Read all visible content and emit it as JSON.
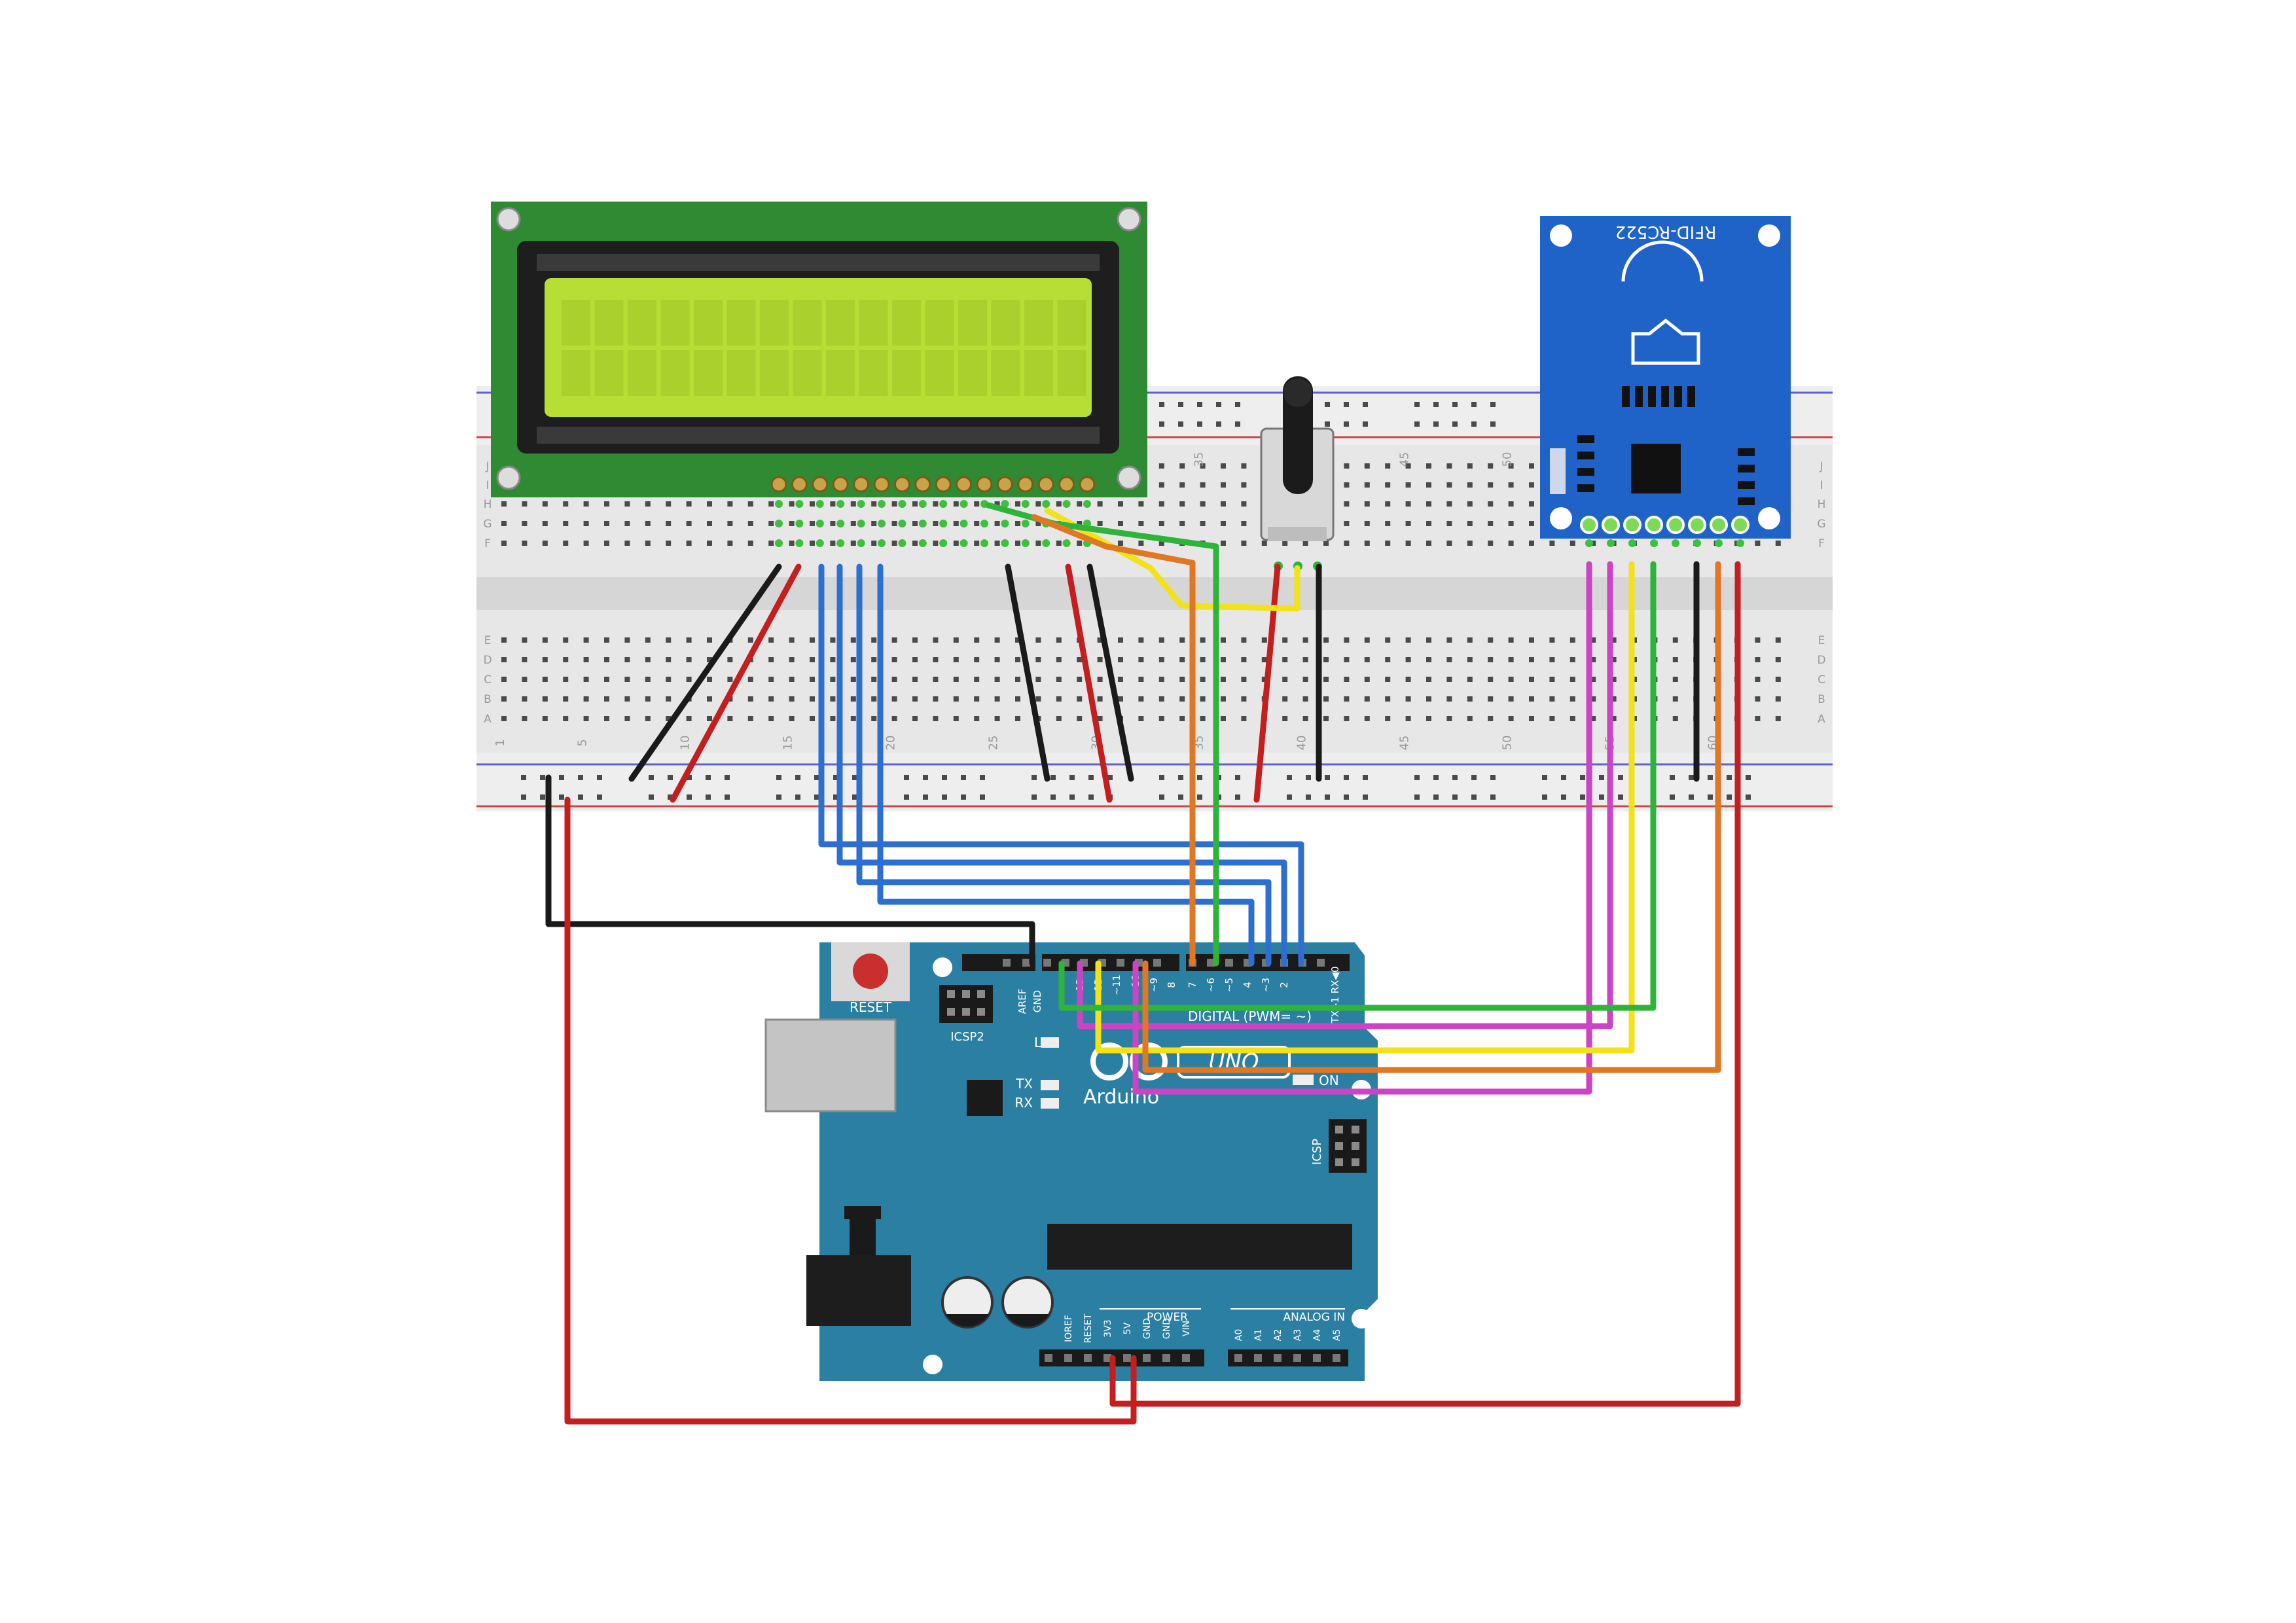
{
  "rfid": {
    "label": "RFID-RC522"
  },
  "arduino": {
    "reset_label": "RESET",
    "icsp2_label": "ICSP2",
    "icsp_label": "ICSP",
    "l_label": "L",
    "tx_label": "TX",
    "rx_label": "RX",
    "on_label": "ON",
    "brand_label": "Arduino",
    "uno_label": "UNO",
    "digital_label": "DIGITAL (PWM= ~)",
    "power_label": "POWER",
    "analog_label": "ANALOG IN",
    "aref_label": "AREF",
    "gnd_label": "GND",
    "txrx_label": "TX▶1  RX◀0",
    "digital_pins": [
      "13",
      "12",
      "~11",
      "~10",
      "~9",
      "8",
      "7",
      "~6",
      "~5",
      "4",
      "~3",
      "2"
    ],
    "power_pins": [
      "IOREF",
      "RESET",
      "3V3",
      "5V",
      "GND",
      "GND",
      "VIN"
    ],
    "analog_pins": [
      "A0",
      "A1",
      "A2",
      "A3",
      "A4",
      "A5"
    ]
  },
  "breadboard": {
    "column_numbers": [
      "1",
      "5",
      "10",
      "15",
      "20",
      "25",
      "30",
      "35",
      "40",
      "45",
      "50",
      "55",
      "60"
    ],
    "row_letters_top": [
      "J",
      "I",
      "H",
      "G",
      "F"
    ],
    "row_letters_bottom": [
      "E",
      "D",
      "C",
      "B",
      "A"
    ]
  },
  "colors": {
    "lcd_pcb": "#2f8a33",
    "lcd_screen": "#b7de34",
    "rfid_pcb": "#1f63c9",
    "arduino_pcb": "#2b7fa3",
    "wire_red": "#c41e1e",
    "wire_black": "#1a1a1a",
    "wire_blue": "#2d6fd1",
    "wire_green": "#2fb43a",
    "wire_yellow": "#f2e21a",
    "wire_orange": "#e07722",
    "wire_magenta": "#cc44c4"
  }
}
